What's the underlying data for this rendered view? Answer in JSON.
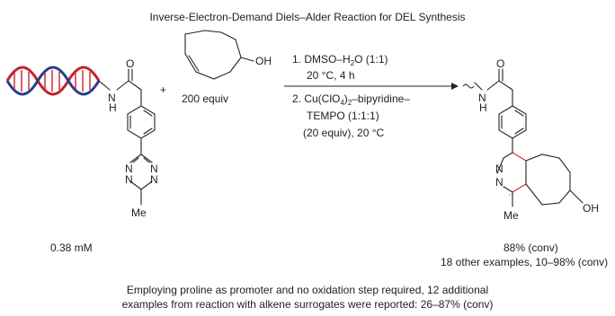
{
  "title": "Inverse-Electron-Demand Diels–Alder Reaction for DEL Synthesis",
  "reactant1": {
    "concentration": "0.38 mM"
  },
  "plus": "+",
  "reactant2": {
    "equiv": "200 equiv",
    "group": "OH"
  },
  "conditions": {
    "step1_line1": "1. DMSO–H",
    "step1_sub": "2",
    "step1_line1_end": "O (1:1)",
    "step1_line2": "20 °C, 4 h",
    "step2_line1": "2. Cu(ClO",
    "step2_sub": "4",
    "step2_line1_mid": ")",
    "step2_sub2": "2",
    "step2_line1_end": "–bipyridine–",
    "step2_line2": "TEMPO (1:1:1)",
    "step2_line3": "(20 equiv), 20 °C"
  },
  "atoms": {
    "O": "O",
    "N": "N",
    "H": "H",
    "Me": "Me",
    "OH": "OH"
  },
  "product": {
    "yield": "88% (conv)",
    "examples": "18 other examples, 10–98% (conv)"
  },
  "footer": {
    "line1": "Employing proline as promoter and no oxidation step required, 12 additional",
    "line2": "examples from reaction with alkene surrogates were reported: 26–87% (conv)"
  },
  "colors": {
    "dna_red": "#c8202c",
    "dna_blue": "#2a3c8c",
    "highlight_bond": "#d9303a"
  }
}
